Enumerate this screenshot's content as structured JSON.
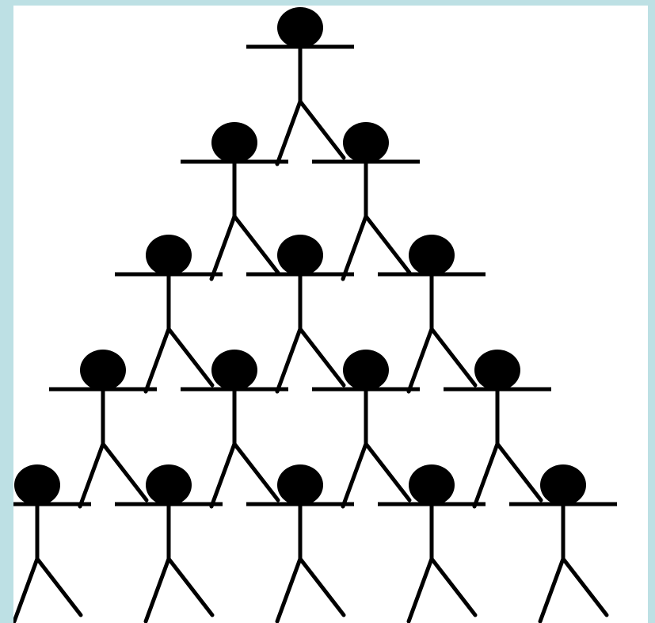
{
  "diagram": {
    "type": "human-pyramid",
    "rows": [
      1,
      2,
      3,
      4,
      5
    ],
    "colors": {
      "figure": "#000000",
      "background": "#ffffff",
      "frame": "#bde0e4"
    }
  }
}
